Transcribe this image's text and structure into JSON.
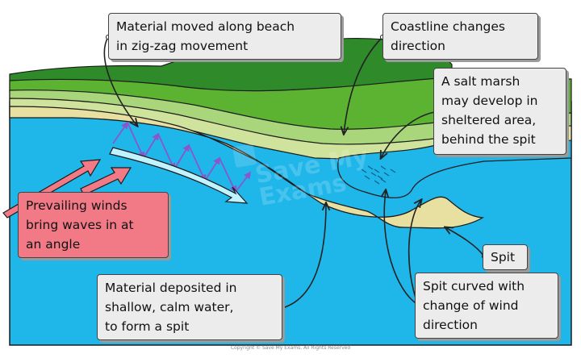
{
  "labels": {
    "zigzag": "Material moved along beach\nin zig-zag movement",
    "coastline": "Coastline changes\ndirection",
    "salt_marsh": "A salt marsh\nmay develop in\nsheltered area,\nbehind the spit",
    "winds": "Prevailing winds\nbring waves in at\nan angle",
    "deposited": "Material deposited in\nshallow, calm water,\nto form a spit",
    "spit": "Spit",
    "curved": "Spit curved with\nchange of wind\ndirection"
  },
  "watermark": "Save My\nExams",
  "copyright": "Copyright © Save My Exams. All Rights Reserved",
  "colors": {
    "sea": "#1fb6ea",
    "sea_dark": "#16a4d6",
    "land_dark": "#2f8a2a",
    "land_mid": "#5cb332",
    "land_light": "#a9d67a",
    "cliff_top": "#cfe39c",
    "sand": "#e8e0a0",
    "label_bg": "#ececec",
    "winds_bg": "#f27a86",
    "zigzag_arrow": "#8a56cc",
    "drift_arrow": "#bff3ff",
    "wind_arrow": "#f27a86"
  }
}
